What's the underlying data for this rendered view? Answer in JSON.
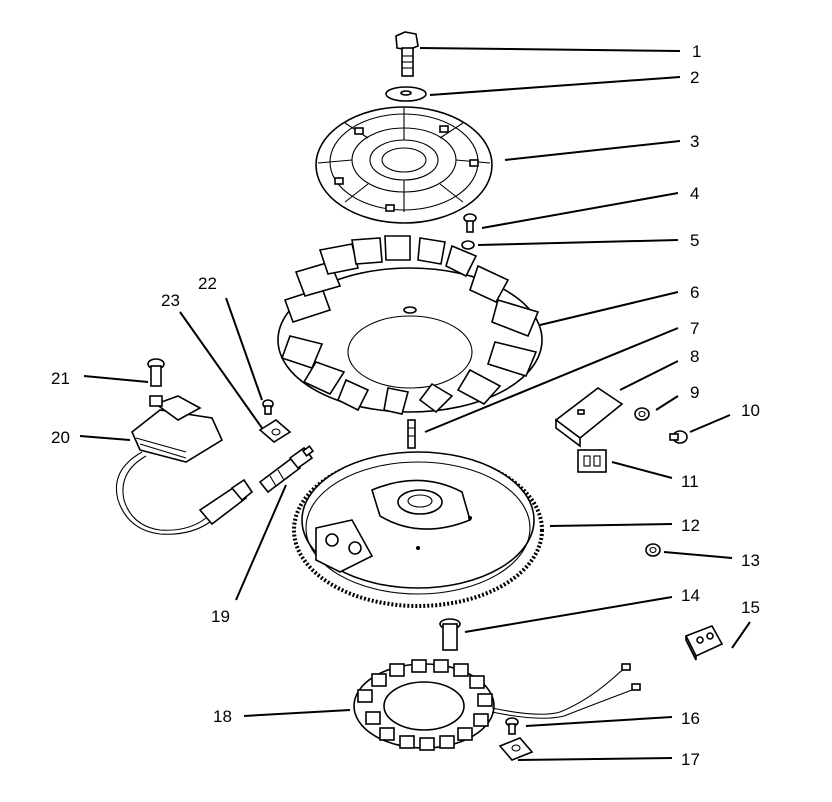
{
  "callouts": [
    "1",
    "2",
    "3",
    "4",
    "5",
    "6",
    "7",
    "8",
    "9",
    "10",
    "11",
    "12",
    "13",
    "14",
    "15",
    "16",
    "17",
    "18",
    "19",
    "20",
    "21",
    "22",
    "23"
  ],
  "colors": {
    "ink": "#000000",
    "paper": "#ffffff"
  }
}
